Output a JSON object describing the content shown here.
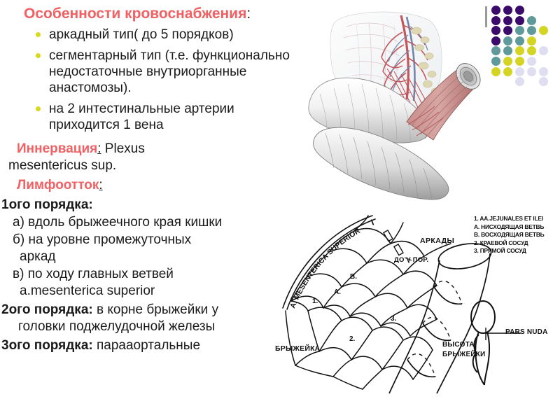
{
  "slide": {
    "heading_blood": {
      "red": "Особенности кровоснабжения",
      "tail": ":"
    },
    "bullets": [
      "аркадный тип( до 5 порядков)",
      "сегментарный тип (т.е. функционально недостаточные внутриорганные анастомозы).",
      "на 2 интестинальные артерии приходится 1 вена"
    ],
    "innervation": {
      "label": "Иннервация",
      "colon": ":",
      "value": "Plexus",
      "value2": "mesentericus sup."
    },
    "lymph_heading": {
      "label": "Лимфоотток",
      "colon": ":"
    },
    "orders": [
      {
        "title": "1ого порядка:",
        "title_bold": "1ого порядка:",
        "rest": "",
        "sublines": [
          "а) вдоль брыжеечного края кишки",
          "б) на уровне промежуточных",
          "аркад",
          "в) по ходу главных ветвей",
          "a.mesenterica superior"
        ]
      },
      {
        "title_bold": "2ого порядка:",
        "rest": " в корне брыжейки у",
        "sublines": [
          "головки поджелудочной железы"
        ]
      },
      {
        "title_bold": "3ого порядка:",
        "rest": " парааортальные",
        "sublines": []
      }
    ]
  },
  "diagram": {
    "artery_label": "A. MESENTERICA SUPERIOR",
    "mesentery_label": "БРЫЖЕЙКА",
    "arcades_label": "АРКАДЫ",
    "order_label": "ДО V ПОР.",
    "height_label_1": "ВЫСОТА",
    "height_label_2": "БРЫЖЕЙКИ",
    "pars_nuda_label": "PARS NUDA",
    "markers": [
      "1.",
      "A.",
      "B.",
      "2.",
      "3.",
      "I"
    ],
    "legend": [
      "1. AA.JEJUNALES ET ILEI",
      "A. НИСХОДЯЩАЯ ВЕТВЬ",
      "B. ВОСХОДЯЩАЯ ВЕТВЬ",
      "2. КРАЕВОЙ СОСУД",
      "3. ПРЯМОЙ СОСУД"
    ]
  },
  "decor": {
    "colors": {
      "purple": "#3B0B6B",
      "teal": "#5E9A9A",
      "yellow": "#D4D424",
      "lavender": "#DEDEF0",
      "accent_red": "#F16063",
      "tick_gray": "#9A9A9A"
    },
    "dot_grid": [
      [
        "purple",
        "purple",
        "purple",
        "none",
        "none"
      ],
      [
        "purple",
        "purple",
        "purple",
        "teal",
        "none"
      ],
      [
        "purple",
        "purple",
        "teal",
        "teal",
        "yellow"
      ],
      [
        "purple",
        "teal",
        "teal",
        "yellow",
        "none"
      ],
      [
        "teal",
        "teal",
        "yellow",
        "yellow",
        "lavender"
      ],
      [
        "teal",
        "yellow",
        "yellow",
        "lavender",
        "none"
      ],
      [
        "yellow",
        "yellow",
        "lavender",
        "lavender",
        "lavender"
      ],
      [
        "none",
        "none",
        "lavender",
        "none",
        "lavender"
      ]
    ]
  }
}
